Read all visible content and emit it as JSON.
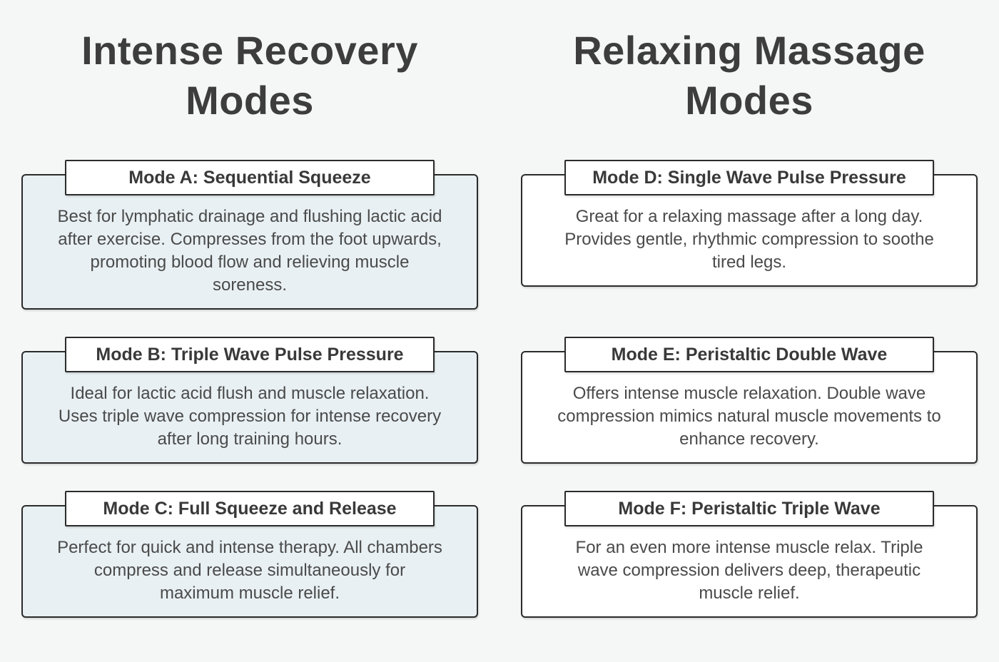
{
  "page": {
    "background_color": "#f5f6f6",
    "border_color": "#2b2b2b",
    "heading_text_color": "#3d3d3d",
    "card_title_text_color": "#393939",
    "card_body_text_color": "#4a4a4a",
    "intense_card_fill": "#e8f0f3",
    "relaxing_card_fill": "#ffffff"
  },
  "columns": [
    {
      "heading": "Intense Recovery Modes",
      "cards": [
        {
          "title": "Mode A: Sequential Squeeze",
          "description": "Best for lymphatic drainage and flushing lactic acid after exercise. Compresses from the foot upwards, promoting blood flow and relieving muscle soreness."
        },
        {
          "title": "Mode B: Triple Wave Pulse Pressure",
          "description": "Ideal for lactic acid flush and muscle relaxation. Uses triple wave compression for intense recovery after long training hours."
        },
        {
          "title": "Mode C: Full Squeeze and Release",
          "description": "Perfect for quick and intense therapy. All chambers compress and release simultaneously for maximum muscle relief."
        }
      ]
    },
    {
      "heading": "Relaxing Massage Modes",
      "cards": [
        {
          "title": "Mode D: Single Wave Pulse Pressure",
          "description": "Great for a relaxing massage after a long day. Provides gentle, rhythmic compression to soothe tired legs."
        },
        {
          "title": "Mode E: Peristaltic Double Wave",
          "description": "Offers intense muscle relaxation. Double wave compression mimics natural muscle movements to enhance recovery."
        },
        {
          "title": "Mode F: Peristaltic Triple Wave",
          "description": "For an even more intense muscle relax. Triple wave compression delivers deep, therapeutic muscle relief."
        }
      ]
    }
  ]
}
